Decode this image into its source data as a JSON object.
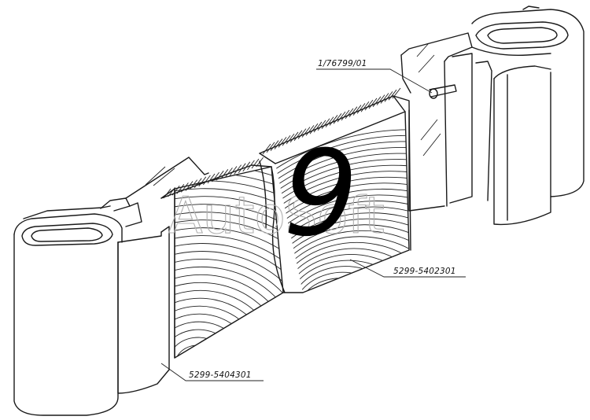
{
  "callouts": {
    "part_top": "1/76799/01",
    "part_right": "5299-5402301",
    "part_left": "5299-5404301"
  },
  "figure_number": "9",
  "watermark": "AutoSoft",
  "colors": {
    "line": "#1a1a1a",
    "watermark": "#b0b0b0",
    "background": "#ffffff"
  }
}
